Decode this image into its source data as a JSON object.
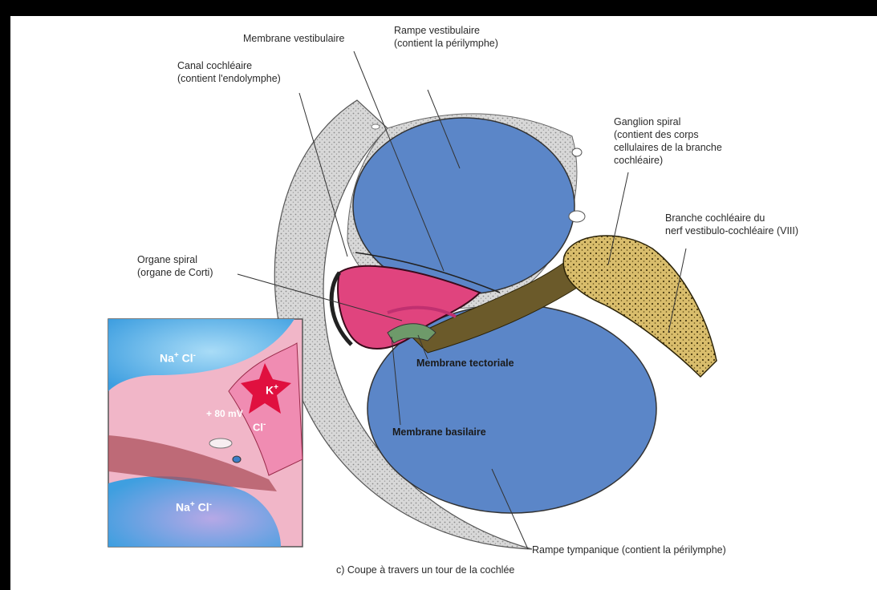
{
  "labels": {
    "membrane_vestibulaire": "Membrane vestibulaire",
    "rampe_vestibulaire_1": "Rampe vestibulaire",
    "rampe_vestibulaire_2": "(contient la périlymphe)",
    "canal_cochleaire_1": "Canal cochléaire",
    "canal_cochleaire_2": "(contient l'endolymphe)",
    "ganglion_1": "Ganglion spiral",
    "ganglion_2": "(contient des corps",
    "ganglion_3": "cellulaires de la branche",
    "ganglion_4": "cochléaire)",
    "branche_1": "Branche cochléaire du",
    "branche_2": "nerf vestibulo-cochléaire (VIII)",
    "organe_1": "Organe spiral",
    "organe_2": "(organe de Corti)",
    "membrane_tectoriale": "Membrane tectoriale",
    "membrane_basilaire": "Membrane basilaire",
    "rampe_tympanique": "Rampe tympanique (contient la périlymphe)"
  },
  "caption": "c) Coupe à travers un tour de la cochlée",
  "inset": {
    "top_ion_na": "Na",
    "top_ion_na_sup": "+",
    "top_ion_cl": "Cl",
    "top_ion_cl_sup": "-",
    "k_ion": "K",
    "k_ion_sup": "+",
    "voltage": "+ 80 mV",
    "cl_ion": "Cl",
    "cl_ion_sup": "-",
    "bottom_ion_na": "Na",
    "bottom_ion_na_sup": "+",
    "bottom_ion_cl": "Cl",
    "bottom_ion_cl_sup": "-"
  },
  "colors": {
    "perilymph_blue": "#5b86c8",
    "endolymph_pink": "#e0447e",
    "ganglion_tan": "#d7bb6a",
    "bone_gray": "#c9c9c9",
    "inset_blue": "#5fb0e6",
    "inset_pink": "#f1a9c3",
    "k_red": "#e0103f"
  }
}
